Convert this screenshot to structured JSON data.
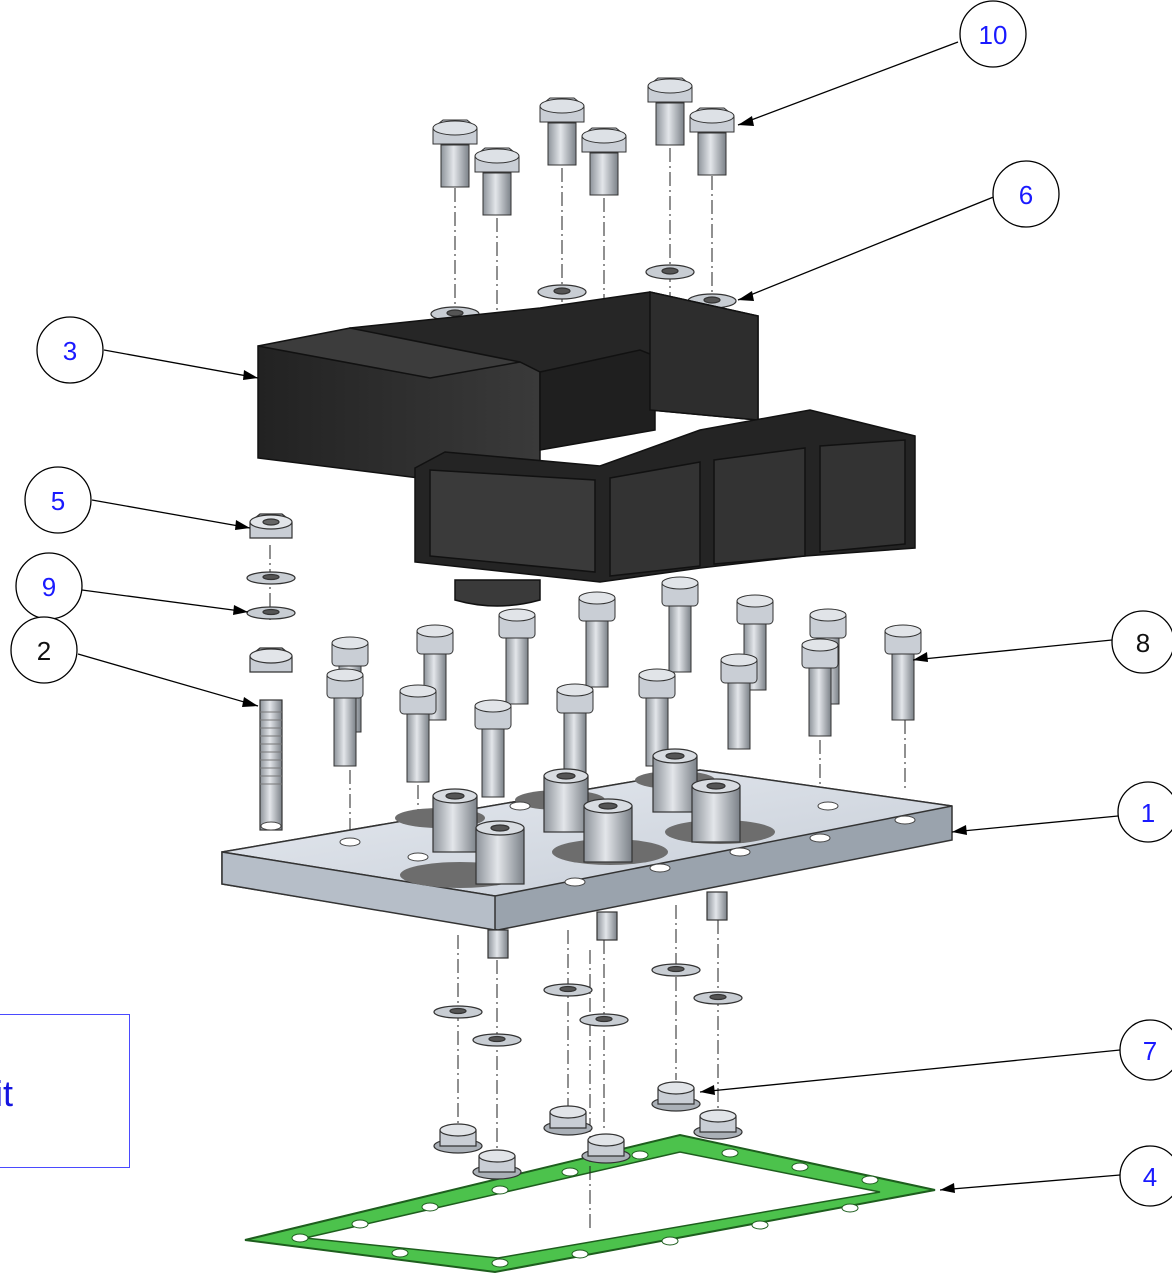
{
  "balloons": [
    {
      "id": "balloon-10",
      "label": "10",
      "color": "#1a1aff"
    },
    {
      "id": "balloon-6",
      "label": "6",
      "color": "#1a1aff"
    },
    {
      "id": "balloon-3",
      "label": "3",
      "color": "#1a1aff"
    },
    {
      "id": "balloon-5",
      "label": "5",
      "color": "#1a1aff"
    },
    {
      "id": "balloon-9",
      "label": "9",
      "color": "#1a1aff"
    },
    {
      "id": "balloon-2",
      "label": "2",
      "color": "#111111"
    },
    {
      "id": "balloon-8",
      "label": "8",
      "color": "#111111"
    },
    {
      "id": "balloon-1",
      "label": "1",
      "color": "#1a1aff"
    },
    {
      "id": "balloon-7",
      "label": "7",
      "color": "#1a1aff"
    },
    {
      "id": "balloon-4",
      "label": "4",
      "color": "#1a1aff"
    }
  ],
  "kit_label": "it",
  "colors": {
    "blue_text": "#1a1aff",
    "cover": "#2b2b2b",
    "plate": "#d8dde6",
    "gasket": "#3fb83f",
    "steel": "#b9bec5"
  }
}
